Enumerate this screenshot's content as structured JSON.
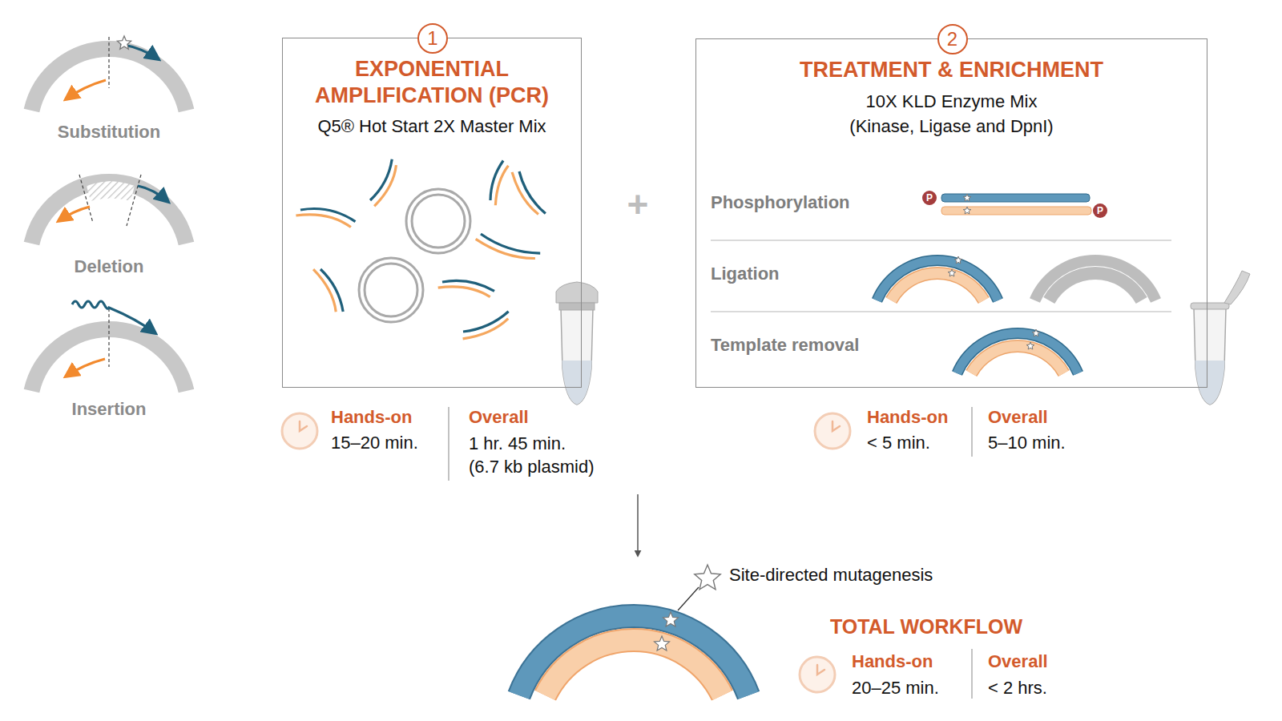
{
  "diagram": {
    "nodes": [
      {
        "text": [
          "1",
          "EXPONENTIAL AMPLIFICATION (PCR)",
          "Q5® Hot Start 2X Master Mix"
        ]
      },
      {
        "text": [
          "2",
          "TREATMENT & ENRICHMENT",
          "10X KLD Enzyme Mix (Kinase, Ligase and DpnI)"
        ]
      }
    ],
    "labels": [
      "Substitution",
      "Deletion",
      "Insertion",
      "+",
      "Phosphorylation",
      "P",
      "P",
      "Ligation",
      "Template removal",
      "Hands-on",
      "15–20 min.",
      "Overall",
      "1 hr. 45 min. (6.7 kb plasmid)",
      "Hands-on",
      "< 5 min.",
      "Overall",
      "5–10 min.",
      "Site-directed mutagenesis",
      "TOTAL WORKFLOW",
      "Hands-on",
      "20–25 min.",
      "Overall",
      "< 2 hrs."
    ]
  }
}
